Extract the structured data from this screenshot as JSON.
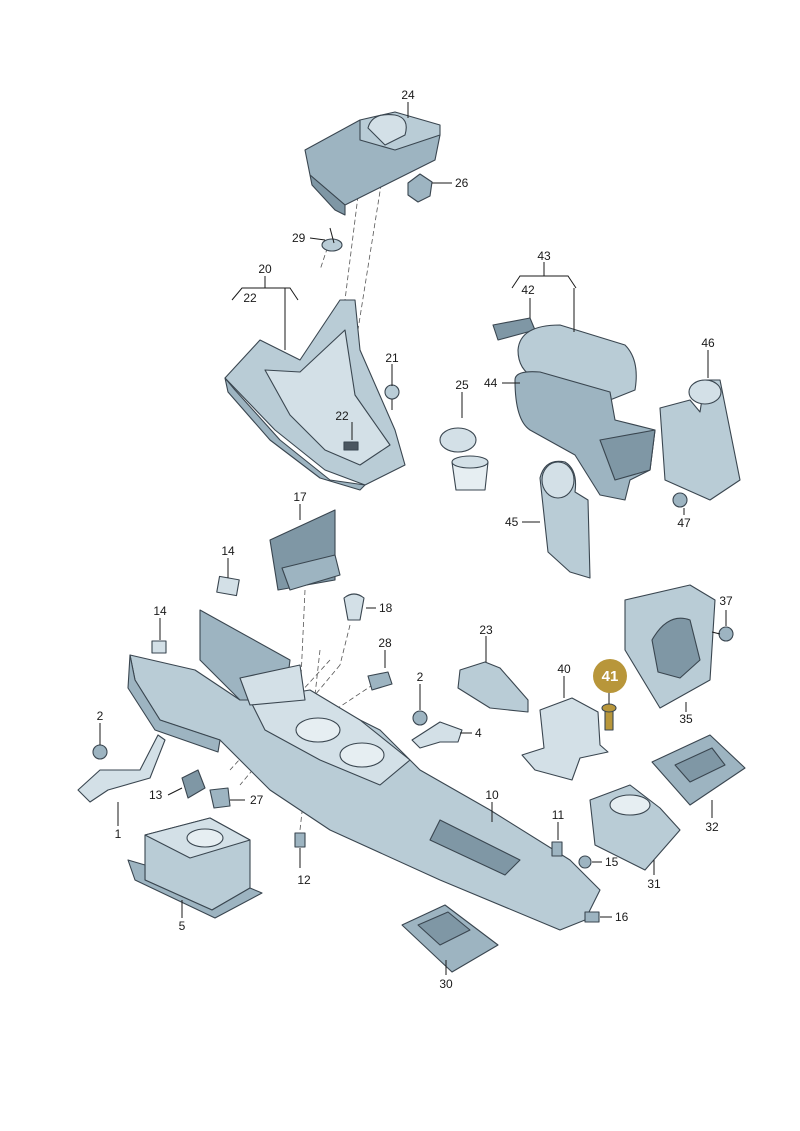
{
  "diagram": {
    "callouts": [
      "1",
      "2",
      "2",
      "4",
      "5",
      "10",
      "11",
      "12",
      "13",
      "14",
      "14",
      "15",
      "16",
      "17",
      "18",
      "20",
      "21",
      "22",
      "22",
      "23",
      "24",
      "25",
      "26",
      "27",
      "28",
      "29",
      "30",
      "31",
      "32",
      "35",
      "37",
      "40",
      "41",
      "42",
      "43",
      "44",
      "45",
      "46",
      "47"
    ],
    "highlighted_callout": "41",
    "highlight_color": "#b8963a",
    "part_color": "#b9ccd6",
    "outline_color": "#3a4650"
  }
}
